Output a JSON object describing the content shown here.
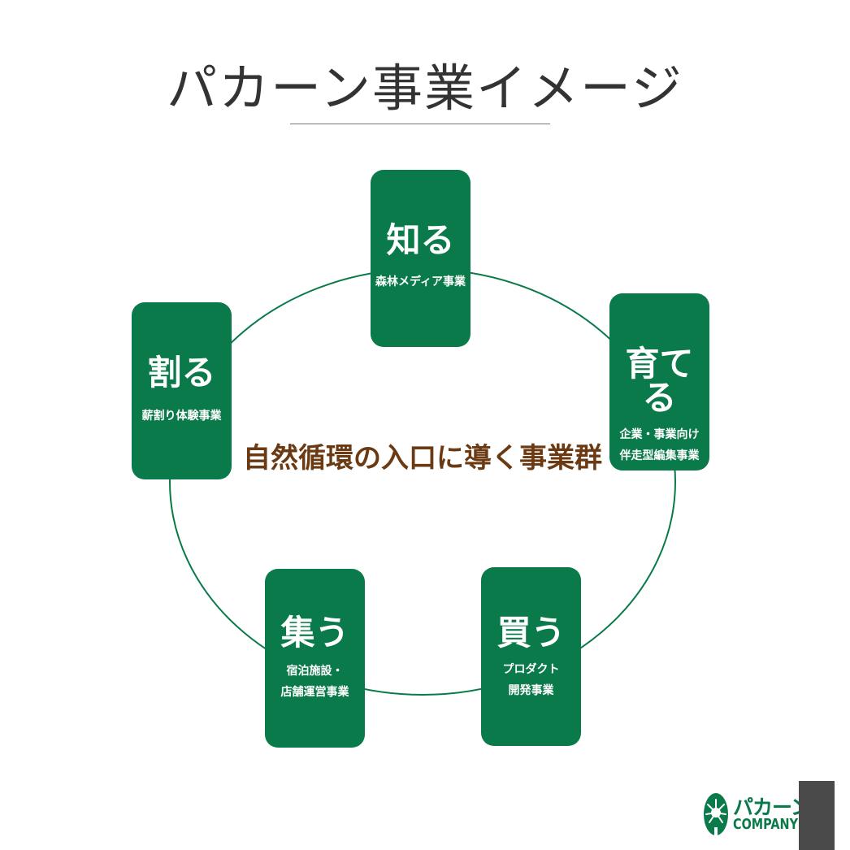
{
  "title": "パカーン事業イメージ",
  "center_text": "自然循環の入口に導く事業群",
  "colors": {
    "card_fill": "#0a7a4a",
    "ring_stroke": "#0a7a4a",
    "center_text": "#6b3a12",
    "title_text": "#333333",
    "corner_block": "#4a4a4a"
  },
  "cards": {
    "know": {
      "heading": "知る",
      "desc": "森林メディア事業"
    },
    "grow": {
      "heading": "育てる",
      "desc": "企業・事業向け\n伴走型編集事業"
    },
    "split": {
      "heading": "割る",
      "desc": "薪割り体験事業"
    },
    "gather": {
      "heading": "集う",
      "desc": "宿泊施設・\n店舗運営事業"
    },
    "buy": {
      "heading": "買う",
      "desc": "プロダクト\n開発事業"
    }
  },
  "logo": {
    "name": "パカーン。",
    "sub": "COMPANY",
    "icon": "leaf-burst-icon"
  }
}
